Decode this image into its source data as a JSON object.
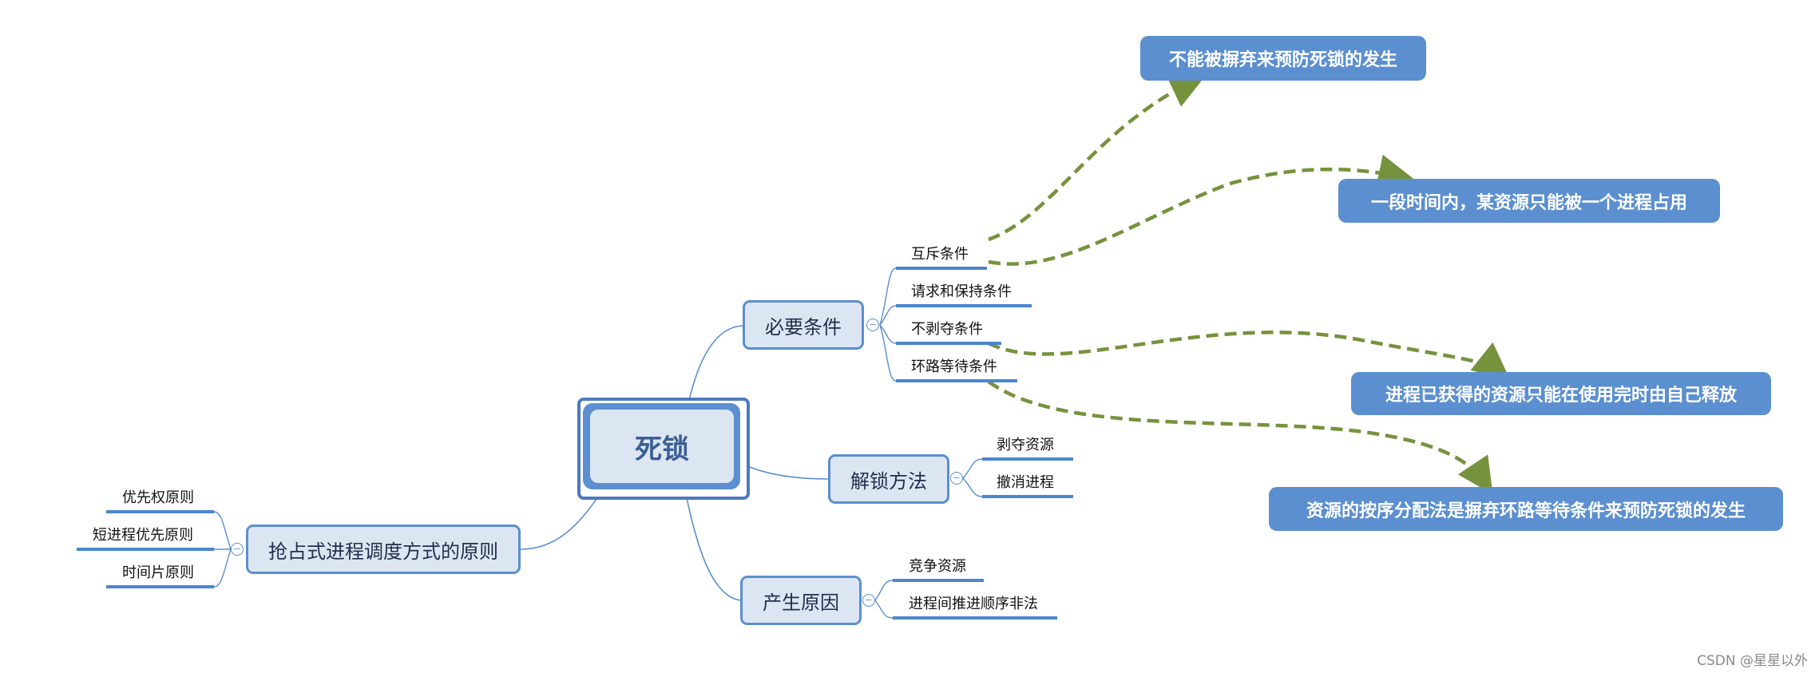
{
  "central": "死锁",
  "branches": {
    "necessary": {
      "label": "必要条件",
      "items": [
        "互斥条件",
        "请求和保持条件",
        "不剥夺条件",
        "环路等待条件"
      ]
    },
    "unlock": {
      "label": "解锁方法",
      "items": [
        "剥夺资源",
        "撤消进程"
      ]
    },
    "cause": {
      "label": "产生原因",
      "items": [
        "竞争资源",
        "进程间推进顺序非法"
      ]
    },
    "preempt": {
      "label": "抢占式进程调度方式的原则",
      "items": [
        "优先权原则",
        "短进程优先原则",
        "时间片原则"
      ]
    }
  },
  "notes": [
    "不能被摒弃来预防死锁的发生",
    "一段时间内，某资源只能被一个进程占用",
    "进程已获得的资源只能在使用完时由自己释放",
    "资源的按序分配法是摒弃环路等待条件来预防死锁的发生"
  ],
  "toggle_symbol": "−",
  "watermark": "CSDN @星星以外",
  "colors": {
    "topic_fill": "#dce6f2",
    "topic_border": "#5b8fd0",
    "note_fill": "#5b8fd0",
    "connector": "#5b8fd0",
    "arrow": "#76923c"
  }
}
